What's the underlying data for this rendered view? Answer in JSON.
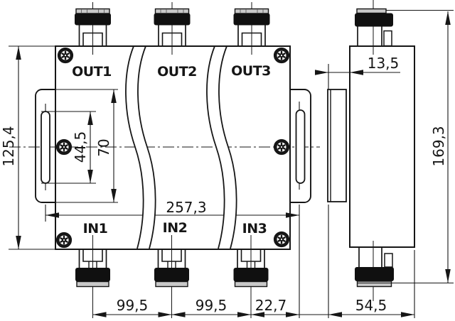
{
  "drawing": {
    "kind": "technical-dimension-drawing",
    "ports": {
      "out1": "OUT1",
      "out2": "OUT2",
      "out3": "OUT3",
      "in1": "IN1",
      "in2": "IN2",
      "in3": "IN3"
    },
    "dims": {
      "overall_height": "125,4",
      "slot_length": "44,5",
      "flange_height": "70",
      "mount_width": "257,3",
      "pitch_a": "99,5",
      "pitch_b": "99,5",
      "offset_in3": "22,7",
      "depth": "54,5",
      "lid_depth": "13,5",
      "total_height": "169,3"
    },
    "colors": {
      "line": "#161616",
      "connector_black": "#101010",
      "cap_gray": "#c9c9c9",
      "background": "#ffffff"
    }
  }
}
